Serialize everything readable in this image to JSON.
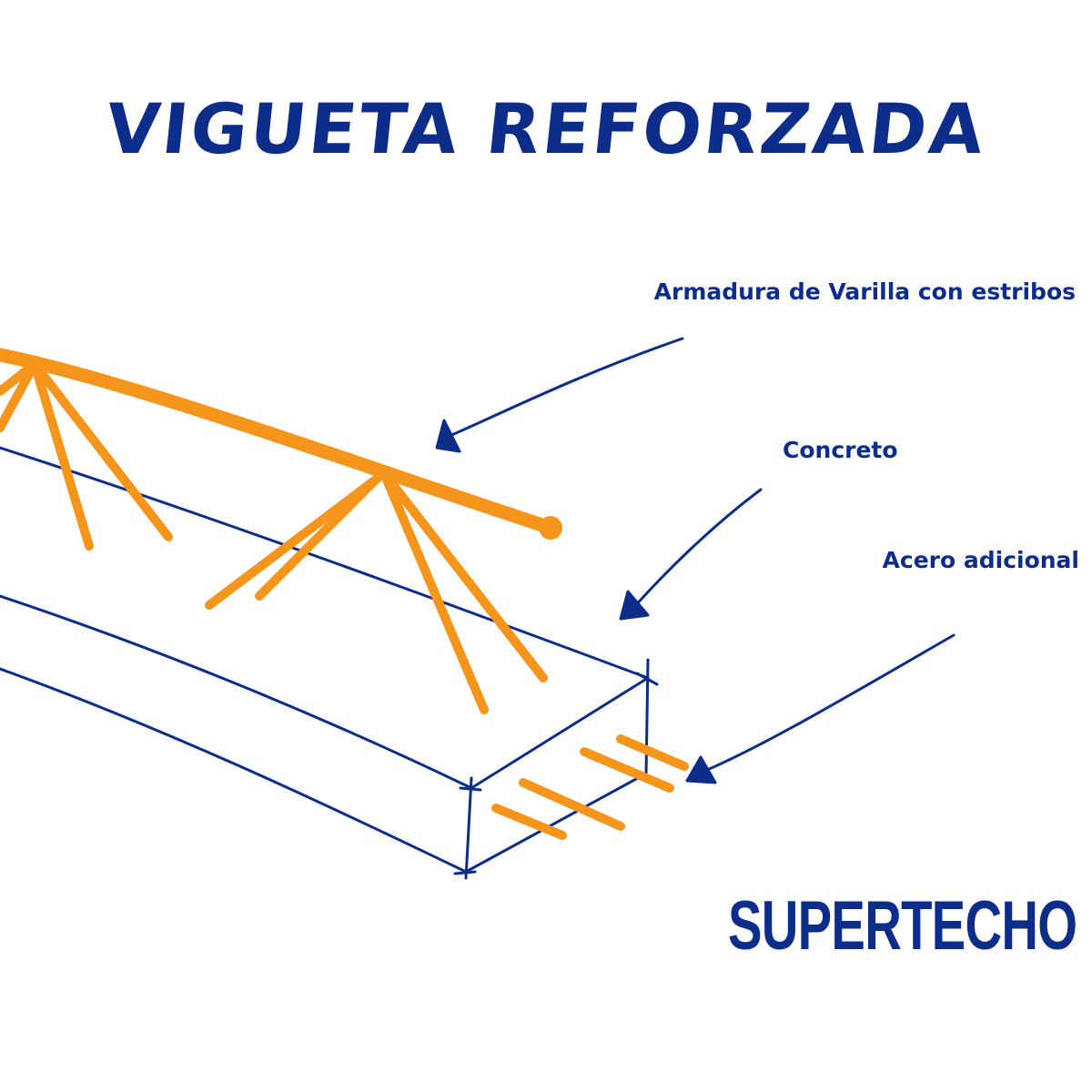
{
  "title": "VIGUETA REFORZADA",
  "labels": {
    "armadura": "Armadura de Varilla con estribos",
    "concreto": "Concreto",
    "acero": "Acero adicional"
  },
  "brand": "SUPERTECHO",
  "colors": {
    "ink_blue": "#0d2d8a",
    "rebar_orange": "#f5951c",
    "background": "#ffffff"
  }
}
